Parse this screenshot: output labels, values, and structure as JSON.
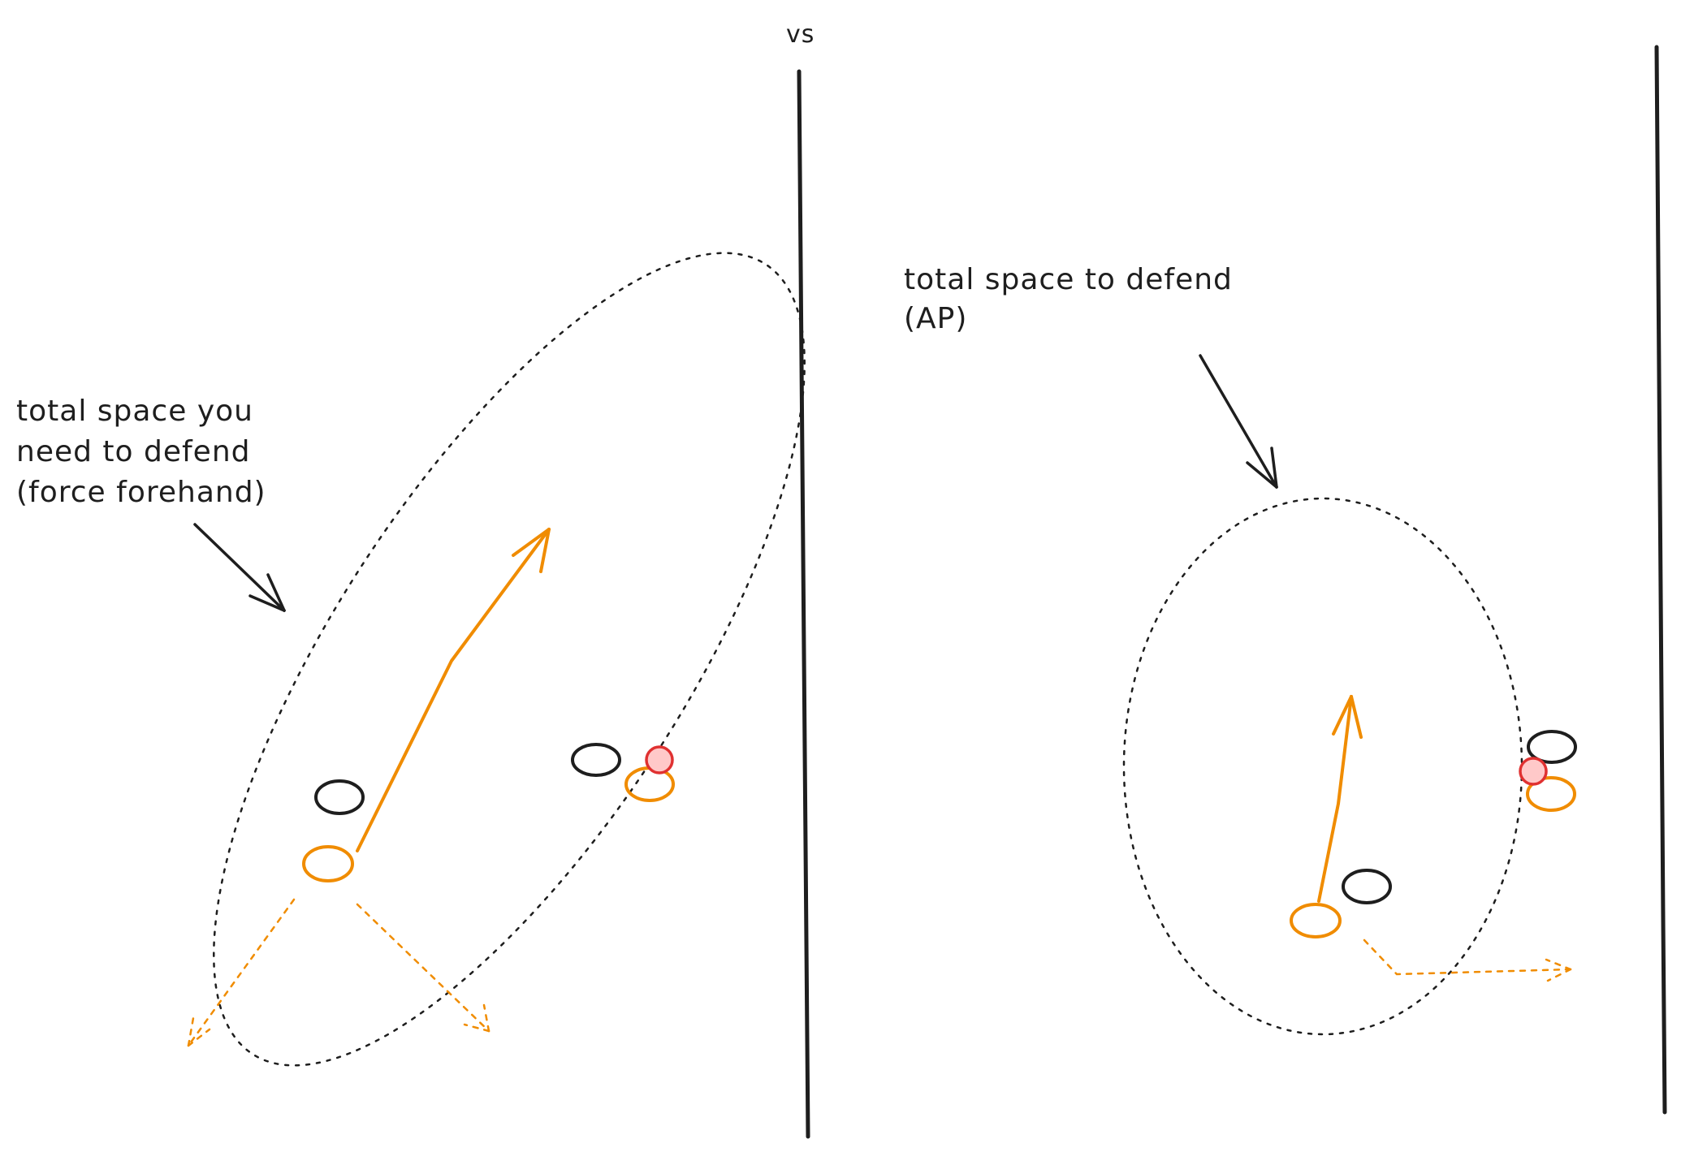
{
  "header": {
    "vs_label": "vs"
  },
  "left_panel": {
    "annotation_lines": [
      "total space you",
      "need to defend",
      "(force forehand)"
    ]
  },
  "right_panel": {
    "annotation_lines": [
      "total space to defend",
      "(AP)"
    ]
  },
  "colors": {
    "ink": "#1e1e1e",
    "offense": "#f08c00",
    "disc_stroke": "#e03131",
    "disc_fill": "#ffc9c9",
    "background": "#ffffff"
  }
}
